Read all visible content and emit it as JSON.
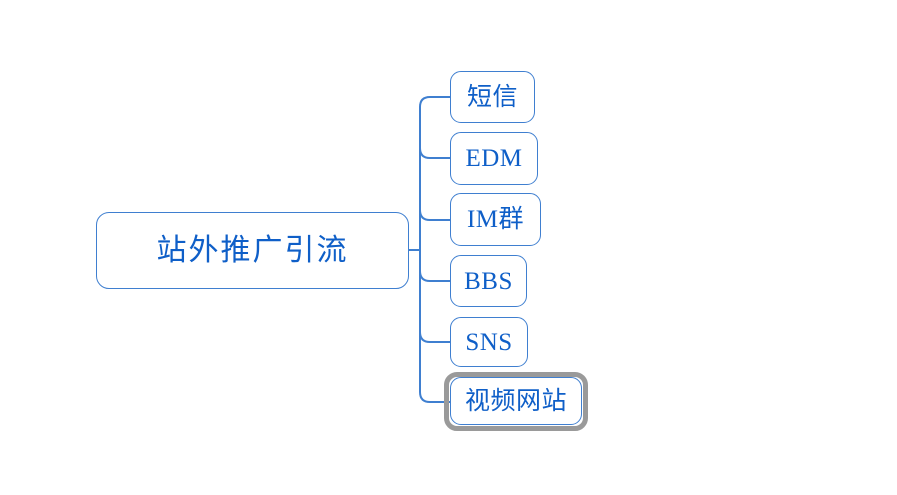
{
  "diagram": {
    "type": "mind-map",
    "title": "站外推广引流",
    "root": {
      "label": "站外推广引流",
      "text_color": "#0f5fc8",
      "border_color": "#3f7fd0",
      "fill_color": "#ffffff"
    },
    "children": [
      {
        "label": "短信",
        "selected": false
      },
      {
        "label": "EDM",
        "selected": false
      },
      {
        "label": "IM群",
        "selected": false
      },
      {
        "label": "BBS",
        "selected": false
      },
      {
        "label": "SNS",
        "selected": false
      },
      {
        "label": "视频网站",
        "selected": true
      }
    ],
    "selection": {
      "selected_label": "视频网站",
      "frame_color": "#9a9a9a"
    },
    "colors": {
      "background": "#ffffff",
      "node_border": "#3f7fd0",
      "node_text": "#0f5fc8",
      "connector": "#3f7fd0",
      "selection": "#9a9a9a"
    }
  }
}
